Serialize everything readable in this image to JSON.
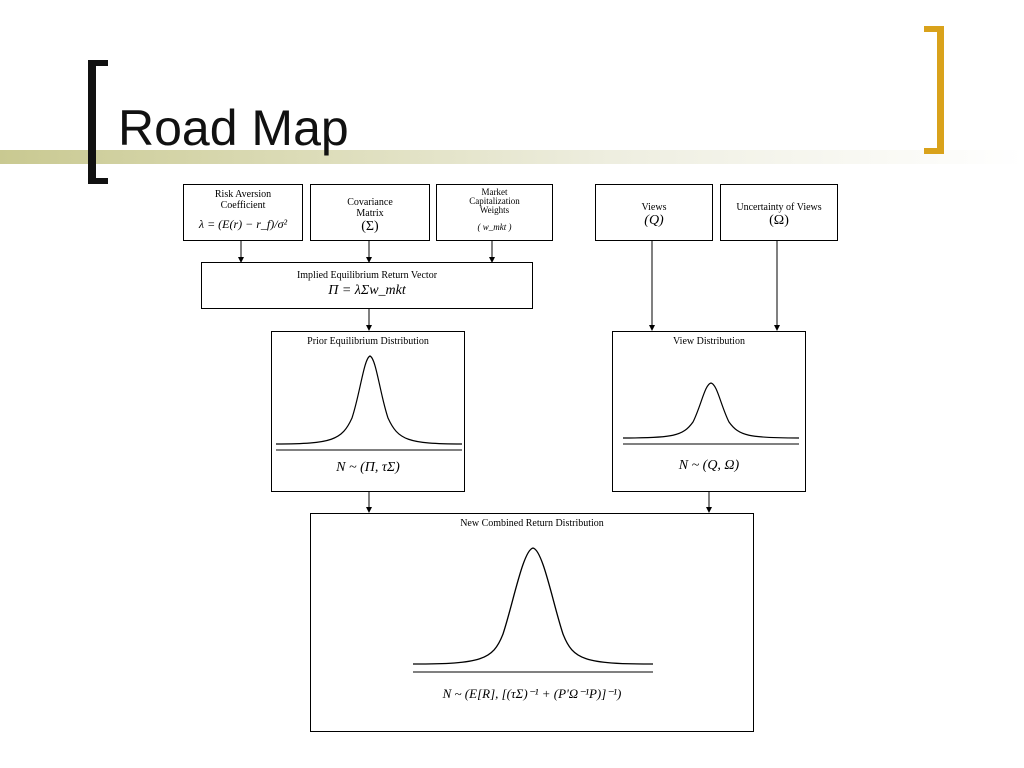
{
  "slide": {
    "title": "Road Map"
  },
  "inputs": {
    "risk_aversion": {
      "label_line1": "Risk Aversion",
      "label_line2": "Coefficient",
      "formula": "λ = (E(r) − r_f)/σ²"
    },
    "covariance": {
      "label_line1": "Covariance",
      "label_line2": "Matrix",
      "formula": "(Σ)"
    },
    "market_cap": {
      "label_line1": "Market",
      "label_line2": "Capitalization",
      "label_line3": "Weights",
      "formula": "( w_mkt )"
    },
    "views": {
      "label": "Views",
      "formula": "(Q)"
    },
    "uncertainty": {
      "label": "Uncertainty of Views",
      "formula": "(Ω)"
    }
  },
  "implied_equilibrium": {
    "label": "Implied Equilibrium Return Vector",
    "formula": "Π = λΣw_mkt"
  },
  "prior_distribution": {
    "label": "Prior Equilibrium Distribution",
    "formula": "N ~ (Π, τΣ)"
  },
  "view_distribution": {
    "label": "View Distribution",
    "formula": "N ~ (Q, Ω)"
  },
  "combined_distribution": {
    "label": "New Combined Return Distribution",
    "formula": "N ~ (E[R], [(τΣ)⁻¹ + (P'Ω⁻¹P)]⁻¹)"
  }
}
